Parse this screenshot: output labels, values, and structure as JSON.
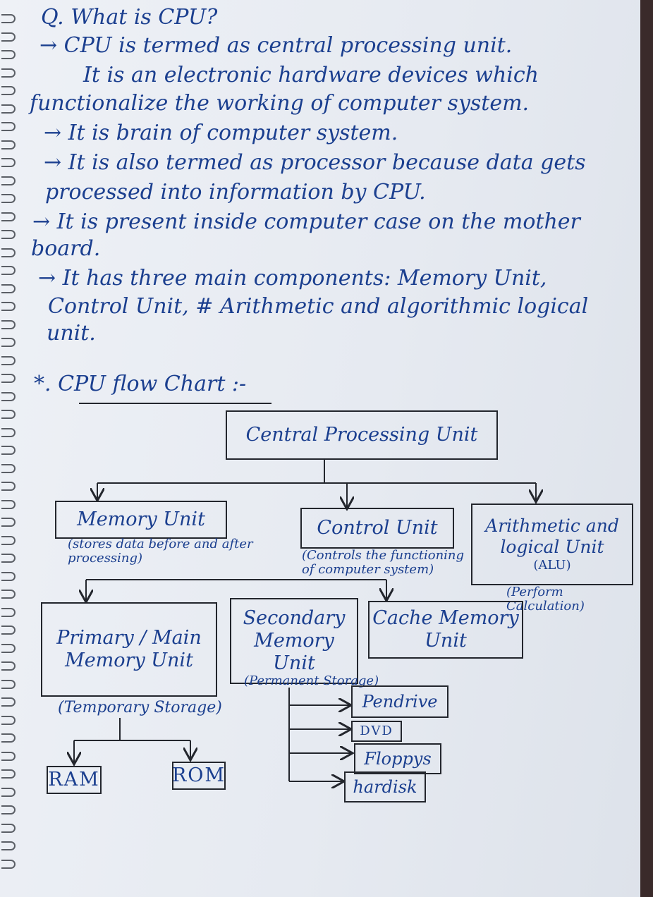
{
  "notes": {
    "heading_prefix": "Q.",
    "heading": "What is CPU?",
    "lines": [
      "→ CPU is termed as central processing unit.",
      "It is an electronic hardware devices which",
      "functionalize the working of computer system.",
      "→ It is brain of computer system.",
      "→ It is also termed as processor because data gets",
      "processed into information by CPU.",
      "→ It is present inside computer case on the mother",
      "board.",
      "→ It has three main components: Memory Unit,",
      "Control Unit, # Arithmetic and algorithmic logical",
      "unit."
    ]
  },
  "flowchart": {
    "heading_prefix": "*.",
    "heading": "CPU flow Chart :-",
    "root": "Central Processing Unit",
    "memory_unit": "Memory Unit",
    "memory_note": "(stores data before and after processing)",
    "control_unit": "Control Unit",
    "control_note": "(Controls the functioning of computer system)",
    "alu": "Arithmetic and logical Unit",
    "alu_abbr": "(ALU)",
    "alu_note": "(Perform Calculation)",
    "primary": "Primary / Main Memory Unit",
    "primary_note": "(Temporary Storage)",
    "secondary": "Secondary Memory Unit",
    "secondary_note": "(Permanent Storage)",
    "cache": "Cache Memory Unit",
    "ram": "RAM",
    "rom": "ROM",
    "pendrive": "Pendrive",
    "dvd": "DVD",
    "floppy": "Floppys",
    "hardisk": "hardisk"
  }
}
